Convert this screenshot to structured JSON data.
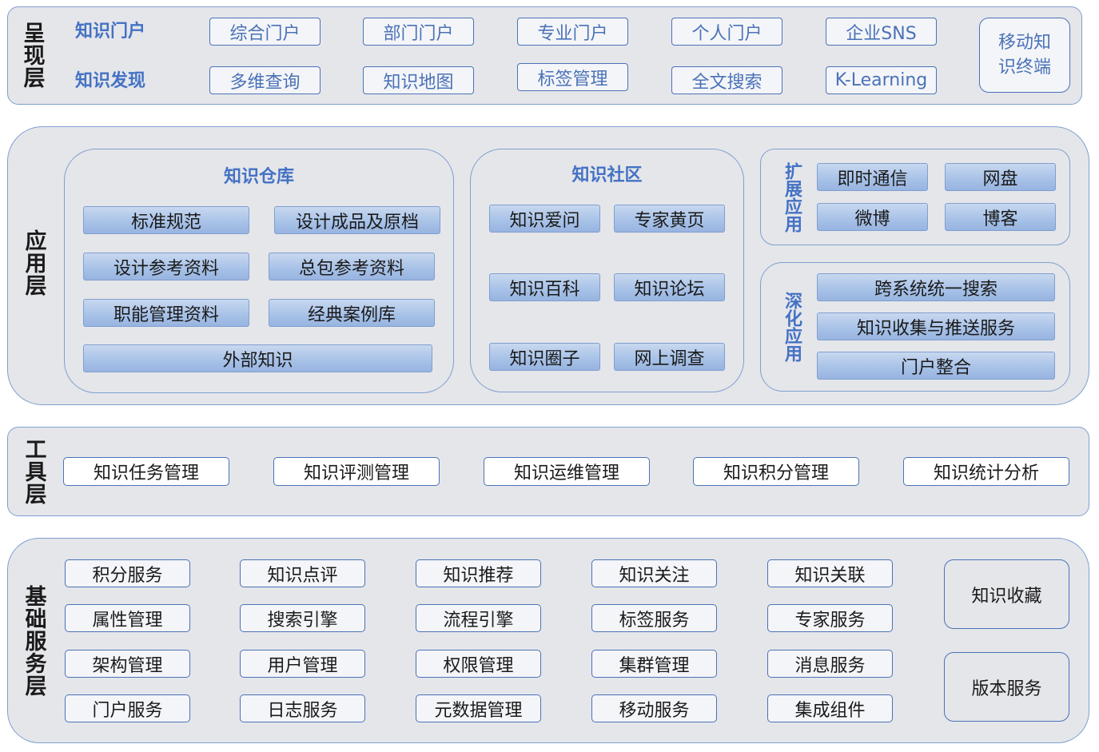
{
  "presentation": {
    "title": "呈现层",
    "row1_label": "知识门户",
    "row2_label": "知识发现",
    "row1": [
      "综合门户",
      "部门门户",
      "专业门户",
      "个人门户",
      "企业SNS"
    ],
    "row2": [
      "多维查询",
      "知识地图",
      "标签管理",
      "全文搜索",
      "K-Learning"
    ],
    "mobile": "移动知识终端"
  },
  "application": {
    "title": "应用层",
    "warehouse": {
      "title": "知识仓库",
      "items": [
        "标准规范",
        "设计成品及原档",
        "设计参考资料",
        "总包参考资料",
        "职能管理资料",
        "经典案例库",
        "外部知识"
      ]
    },
    "community": {
      "title": "知识社区",
      "items": [
        "知识爱问",
        "专家黄页",
        "知识百科",
        "知识论坛",
        "知识圈子",
        "网上调查"
      ]
    },
    "extension": {
      "title": "扩展应用",
      "items": [
        "即时通信",
        "网盘",
        "微博",
        "博客"
      ]
    },
    "deepening": {
      "title": "深化应用",
      "items": [
        "跨系统统一搜索",
        "知识收集与推送服务",
        "门户整合"
      ]
    }
  },
  "tools": {
    "title": "工具层",
    "items": [
      "知识任务管理",
      "知识评测管理",
      "知识运维管理",
      "知识积分管理",
      "知识统计分析"
    ]
  },
  "foundation": {
    "title": "基础服务层",
    "items": [
      "积分服务",
      "知识点评",
      "知识推荐",
      "知识关注",
      "知识关联",
      "属性管理",
      "搜索引擎",
      "流程引擎",
      "标签服务",
      "专家服务",
      "架构管理",
      "用户管理",
      "权限管理",
      "集群管理",
      "消息服务",
      "门户服务",
      "日志服务",
      "元数据管理",
      "移动服务",
      "集成组件"
    ],
    "side": [
      "知识收藏",
      "版本服务"
    ]
  }
}
